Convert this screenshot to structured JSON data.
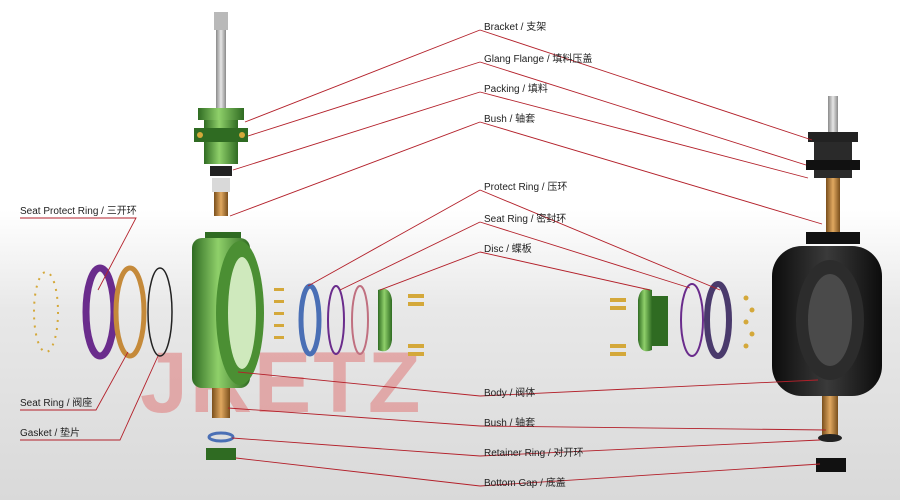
{
  "labels": {
    "bracket": "Bracket / 支架",
    "gland_flange": "Glang Flange / 填料压盖",
    "packing": "Packing / 填料",
    "bush_top": "Bush / 轴套",
    "protect_ring": "Protect Ring / 压环",
    "seat_ring_right": "Seat Ring / 密封环",
    "disc": "Disc / 蝶板",
    "seat_protect_ring": "Seat Protect Ring / 三开环",
    "seat_ring_left": "Seat Ring / 阀座",
    "gasket": "Gasket / 垫片",
    "body": "Body / 阀体",
    "bush_bottom": "Bush / 轴套",
    "retainer_ring": "Retainer Ring / 对开环",
    "bottom_gap": "Bottom  Gap / 底盖"
  },
  "watermark": "JRETZ",
  "colors": {
    "leader_line": "#b3202a",
    "green_part": "#5aa83c",
    "black_part": "#1e1e1e",
    "blue_ring": "#4a6fb5",
    "purple_ring": "#6a2c8c",
    "bronze_ring": "#c58a3a",
    "brass_bolt": "#d4a83a",
    "watermark": "#e07a7a"
  }
}
